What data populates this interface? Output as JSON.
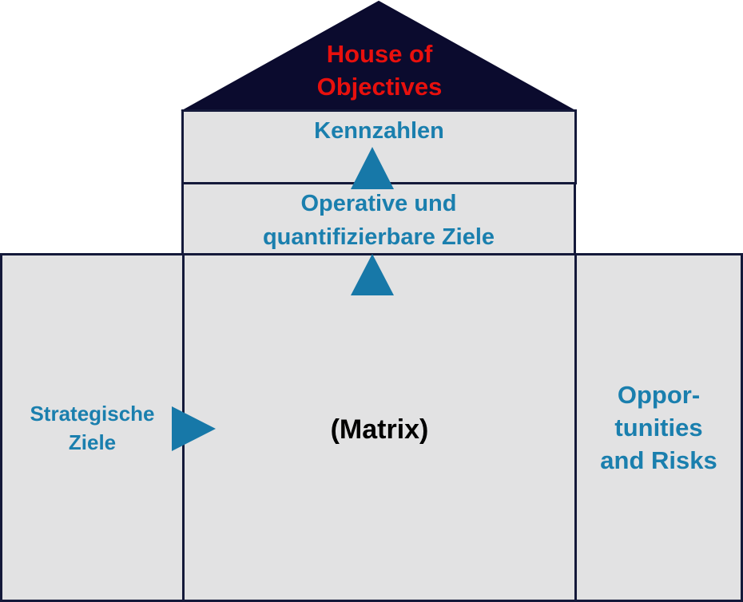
{
  "diagram": {
    "roof": {
      "title": "House of\nObjectives",
      "fill_color": "#0b0b2e",
      "text_color": "#e8100d"
    },
    "kennzahlen": {
      "label": "Kennzahlen"
    },
    "operative": {
      "label": "Operative und\nquantifizierbare Ziele"
    },
    "left_wing": {
      "label": "Strategische\nZiele"
    },
    "center": {
      "label": "(Matrix)"
    },
    "right_wing": {
      "label": "Oppor-\ntunities\nand Risks"
    },
    "colors": {
      "box_fill": "#e2e2e3",
      "border": "#14193a",
      "label_blue": "#1a7fae",
      "arrow_blue": "#1778a8",
      "center_text": "#000000"
    },
    "arrows": [
      {
        "name": "arrow-up-to-kennzahlen",
        "icon": "triangle-up-icon"
      },
      {
        "name": "arrow-up-to-operative",
        "icon": "triangle-up-icon"
      },
      {
        "name": "arrow-right-to-matrix",
        "icon": "triangle-right-icon"
      }
    ]
  }
}
